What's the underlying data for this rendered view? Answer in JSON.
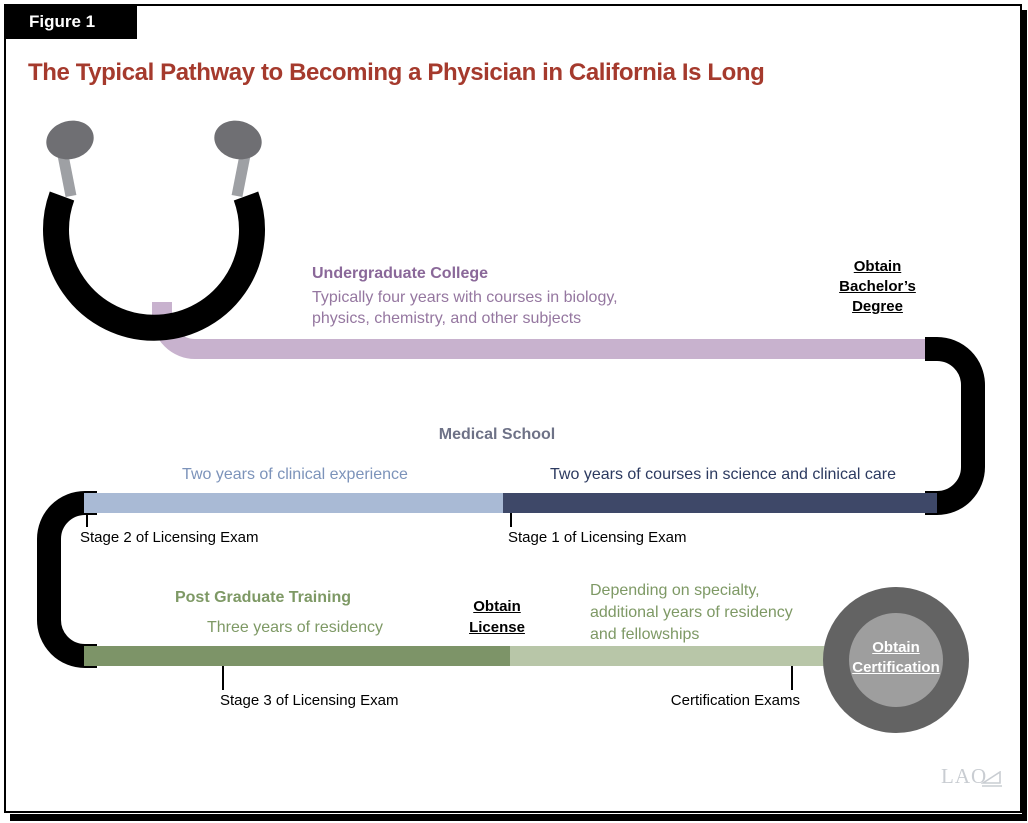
{
  "figure_label": "Figure 1",
  "title": "The Typical Pathway to Becoming a Physician in California Is Long",
  "colors": {
    "title": "#A53A2D",
    "black": "#000000",
    "undergrad_bar": "#C8B2CE",
    "clinical_bar": "#A9BAD5",
    "science_bar": "#3E4868",
    "residency_bar": "#7D9468",
    "fellowship_bar": "#B8C6A8",
    "circle_outer": "#636363",
    "circle_inner": "#9E9E9E",
    "earpiece": "#6F6F73",
    "stem": "#9EA0A4",
    "tick": "#000000",
    "logo": "#C9CDD2"
  },
  "stages": {
    "undergrad": {
      "heading": "Undergraduate College",
      "description": "Typically four years with courses in biology,\nphysics, chemistry, and other subjects",
      "milestone": "Obtain\nBachelor’s\nDegree"
    },
    "medical": {
      "heading": "Medical School",
      "clinical_label": "Two years of clinical experience",
      "science_label": "Two years of courses in science and clinical care",
      "exam_left": "Stage 2 of Licensing Exam",
      "exam_right": "Stage 1 of Licensing Exam"
    },
    "postgrad": {
      "heading": "Post Graduate Training",
      "residency_label": "Three years of residency",
      "fellowship_label": "Depending on specialty,\nadditional years of residency\nand fellowships",
      "milestone": "Obtain\nLicense",
      "exam_left": "Stage 3 of Licensing Exam",
      "exam_right": "Certification Exams",
      "certification_milestone": "Obtain\nCertification"
    }
  },
  "logo_text": "LAO"
}
